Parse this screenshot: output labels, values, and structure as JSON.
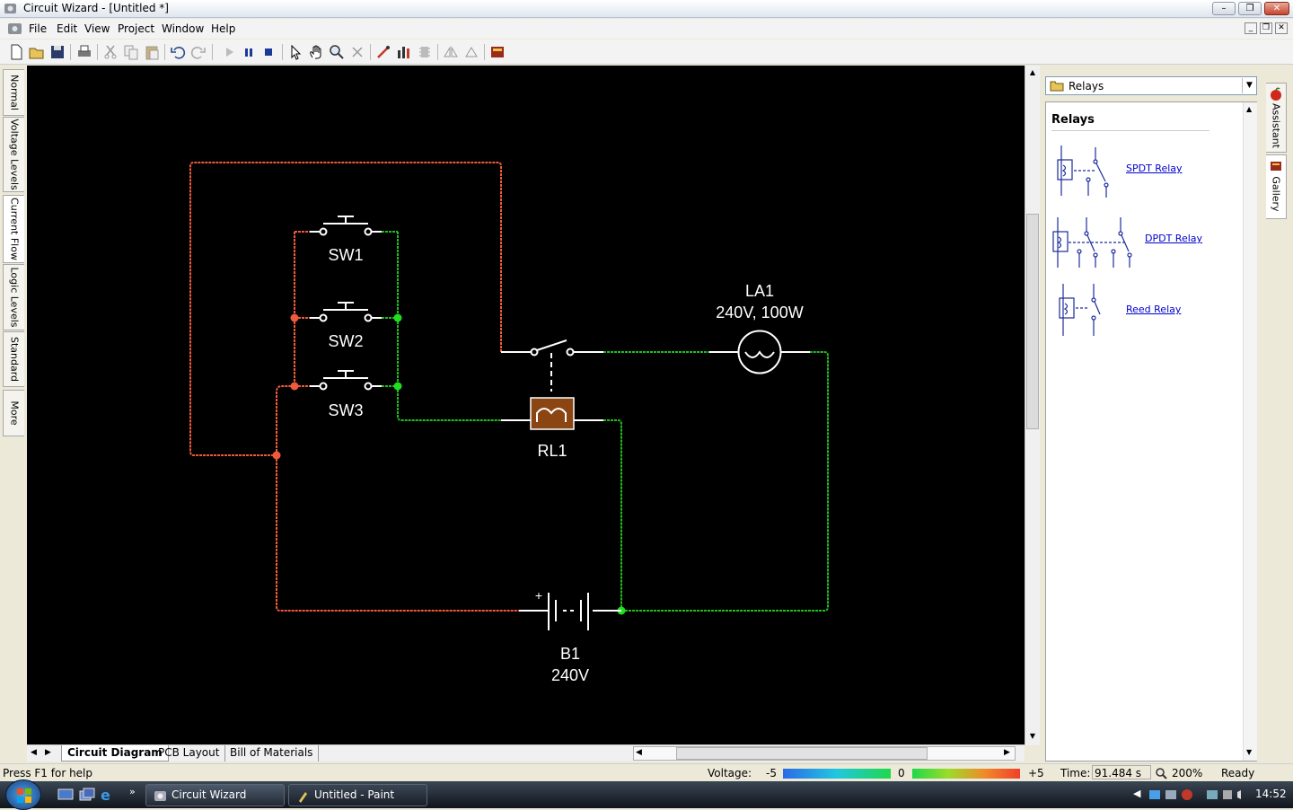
{
  "window": {
    "title": "Circuit Wizard - [Untitled *]"
  },
  "menu": [
    "File",
    "Edit",
    "View",
    "Project",
    "Window",
    "Help"
  ],
  "left_tabs": [
    "Normal",
    "Voltage Levels",
    "Current Flow",
    "Logic Levels",
    "Standard",
    "More"
  ],
  "sheet_tabs": [
    "Circuit Diagram",
    "PCB Layout",
    "Bill of Materials"
  ],
  "circuit": {
    "sw1": "SW1",
    "sw2": "SW2",
    "sw3": "SW3",
    "relay": "RL1",
    "lamp_name": "LA1",
    "lamp_rating": "240V, 100W",
    "battery_name": "B1",
    "battery_voltage": "240V",
    "battery_plus": "+"
  },
  "gallery": {
    "dropdown": "Relays",
    "heading": "Relays",
    "items": [
      "SPDT Relay",
      "DPDT Relay",
      "Reed Relay"
    ]
  },
  "right_tabs": [
    "Assistant",
    "Gallery"
  ],
  "status": {
    "help": "Press F1 for help",
    "voltage_label": "Voltage:",
    "v_min": "-5",
    "v_mid": "0",
    "v_max": "+5",
    "time_label": "Time:",
    "time_value": "91.484 s",
    "zoom": "200%",
    "ready": "Ready"
  },
  "taskbar": {
    "items": [
      "Circuit Wizard",
      "Untitled - Paint"
    ],
    "clock": "14:52"
  },
  "colors": {
    "positive_wire": "#f05a3c",
    "ground_wire": "#1fbf1f",
    "canvas": "#000000",
    "relay_body": "#8b4513"
  }
}
